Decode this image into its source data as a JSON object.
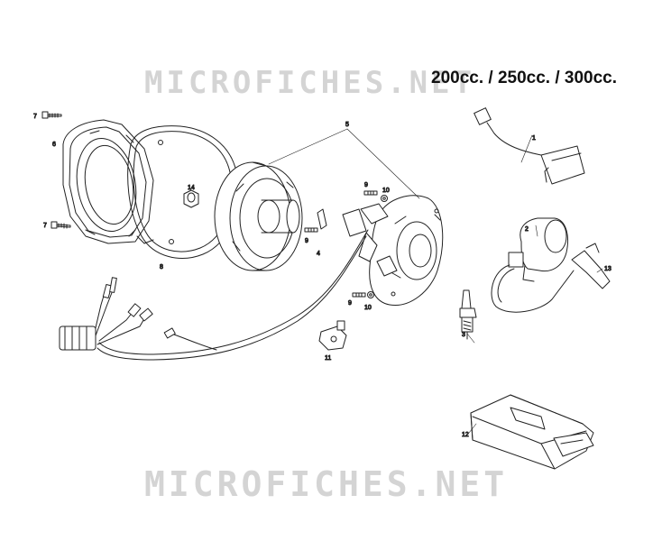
{
  "title": "200cc. / 250cc. / 300cc.",
  "watermark": "MICROFICHES.NET",
  "callouts": {
    "c1": "1",
    "c2": "2",
    "c3": "3",
    "c4": "4",
    "c5": "5",
    "c6": "6",
    "c7a": "7",
    "c7b": "7",
    "c8": "8",
    "c9a": "9",
    "c9b": "9",
    "c9c": "9",
    "c10a": "10",
    "c10b": "10",
    "c11": "11",
    "c12": "12",
    "c13": "13",
    "c14": "14"
  },
  "icons": {
    "cover": "ignition-cover-icon",
    "gasket": "cover-gasket-icon",
    "rotor": "flywheel-rotor-icon",
    "stator": "stator-plate-icon",
    "coil": "ignition-coil-icon",
    "spark_plug": "spark-plug-icon",
    "cdi": "cdi-unit-icon",
    "rectifier": "regulator-icon"
  }
}
